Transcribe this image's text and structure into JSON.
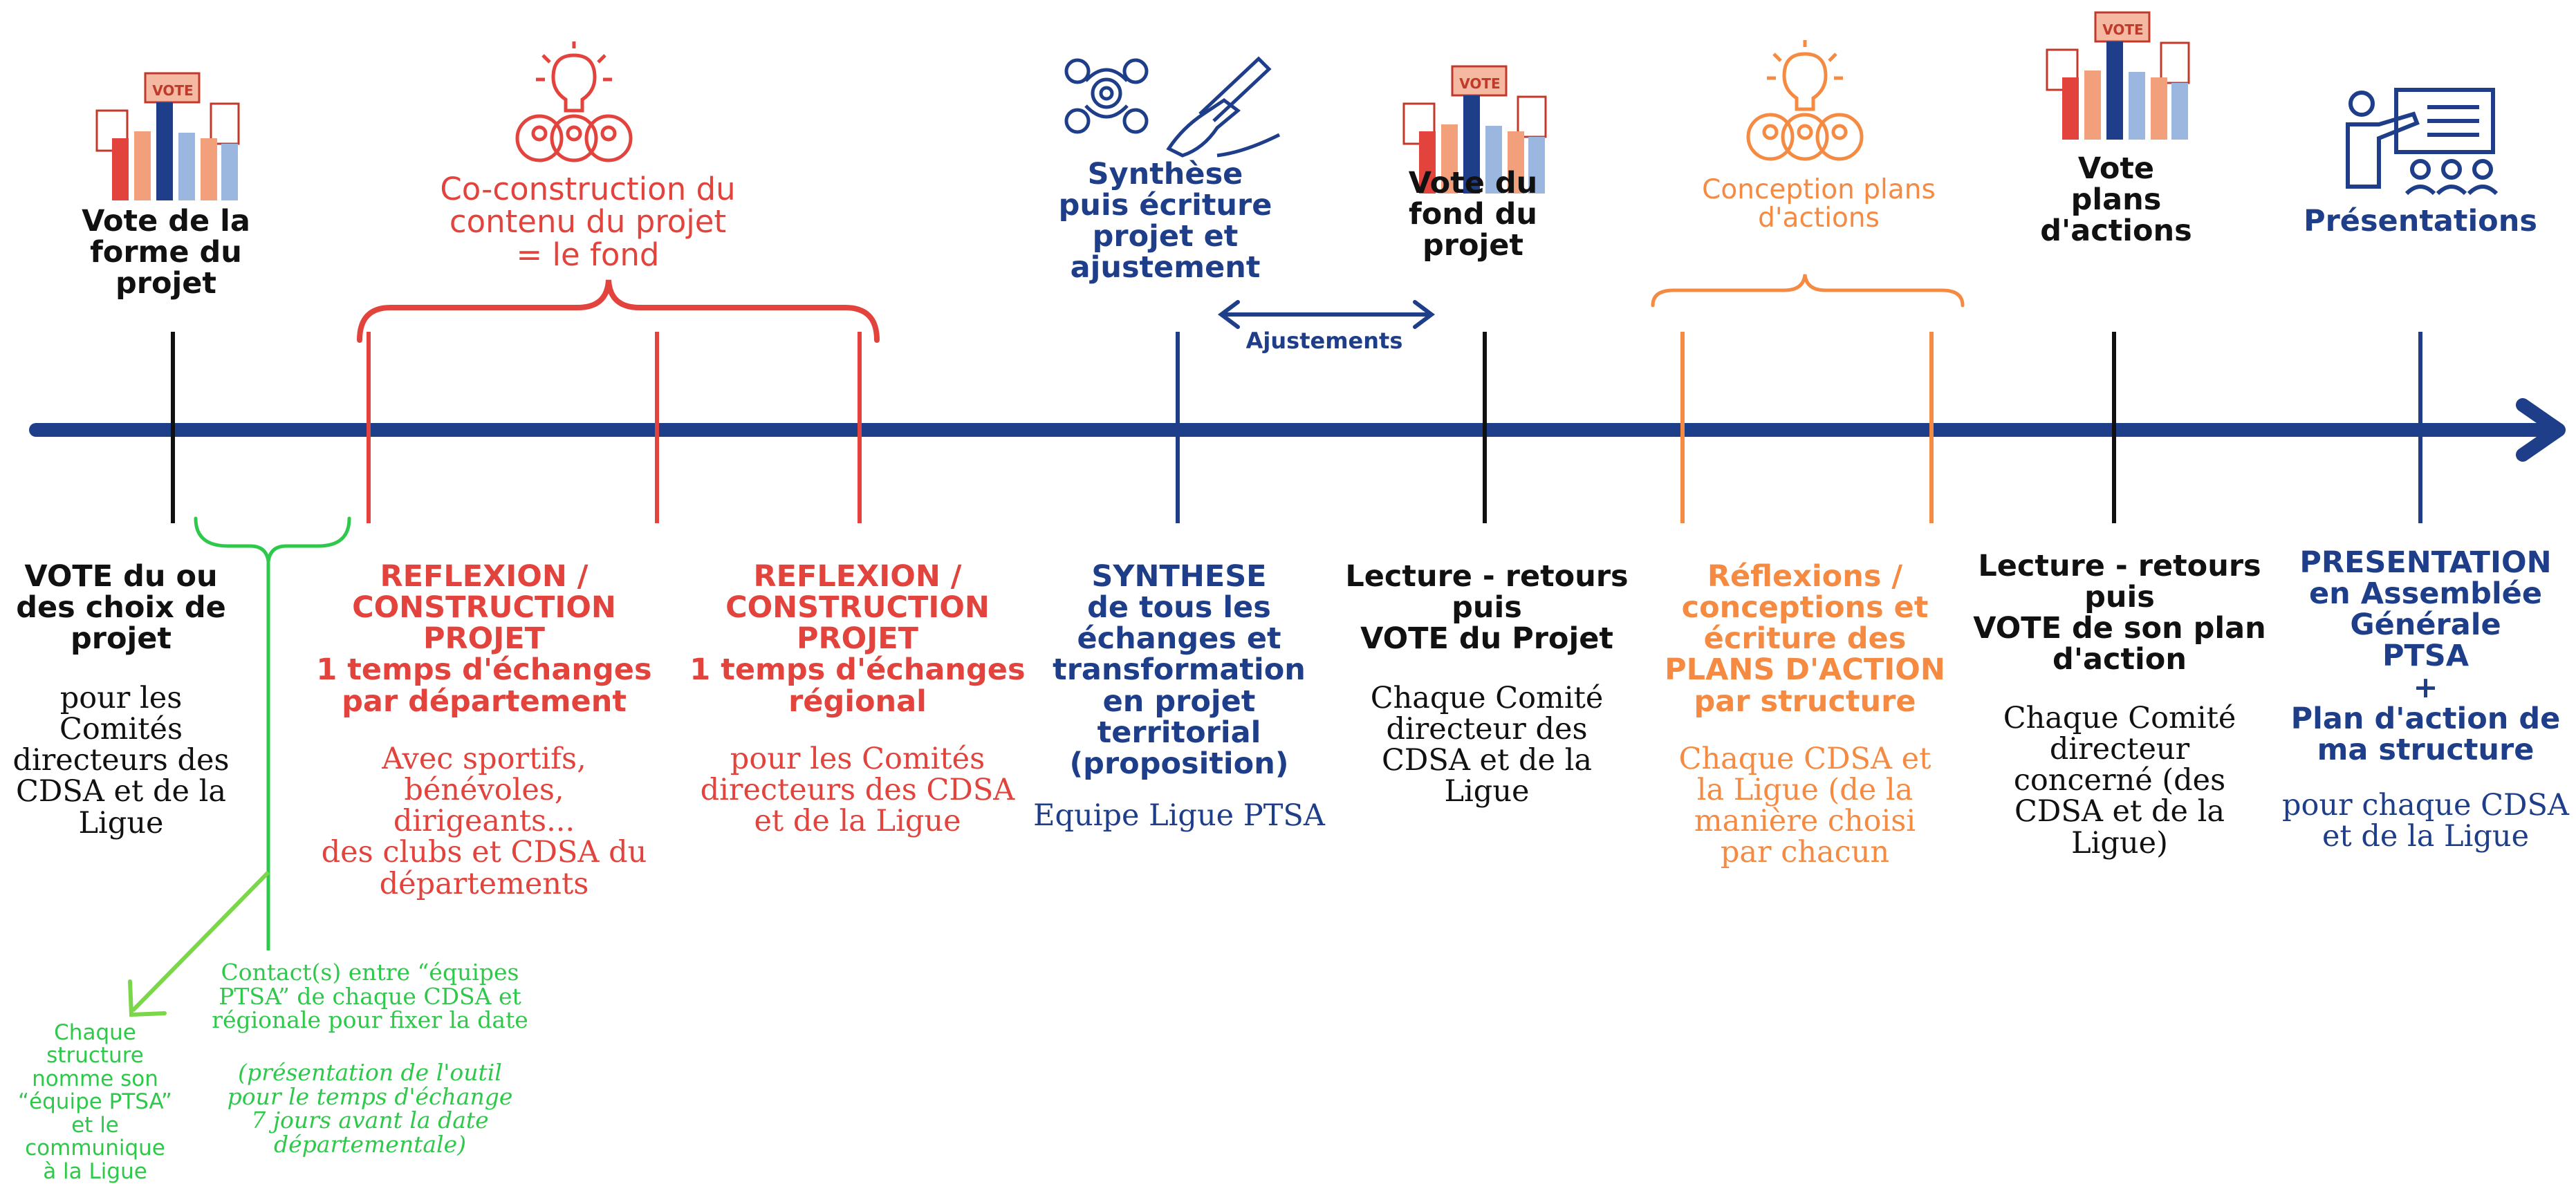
{
  "colors": {
    "axis": "#1f3e8a",
    "black": "#111111",
    "red": "#e2433c",
    "navy": "#1f3e8a",
    "orange": "#f58a42",
    "green": "#2ec94a"
  },
  "icons": {
    "vote": "vote-hands-icon",
    "idea": "lightbulb-people-icon",
    "synthesis": "gears-and-writing-hand-icon",
    "presentation": "presenter-board-icon"
  },
  "top": {
    "vote_forme": "Vote de la\nforme du\nprojet",
    "co_construction": "Co-construction du\ncontenu du projet\n= le fond",
    "synthese": "Synthèse\npuis écriture\nprojet et\najustement",
    "vote_fond": "Vote du\nfond du\nprojet",
    "conception": "Conception plans\nd'actions",
    "vote_plans": "Vote\nplans\nd'actions",
    "presentations": "Présentations",
    "ajustements": "Ajustements",
    "vote_badge": "VOTE"
  },
  "bottom": {
    "vote_choix": {
      "title": "VOTE du ou\ndes choix de\nprojet",
      "detail": "pour les\nComités\ndirecteurs des\nCDSA et de la\nLigue"
    },
    "reflexion_dept": {
      "title": "REFLEXION /\nCONSTRUCTION\nPROJET\n1 temps d'échanges\npar département",
      "detail": "Avec sportifs,\nbénévoles,\ndirigeants...\ndes clubs et CDSA du\ndépartements"
    },
    "reflexion_reg": {
      "title": "REFLEXION /\nCONSTRUCTION\nPROJET\n1 temps d'échanges\nrégional",
      "detail": "pour les Comités\ndirecteurs des CDSA\net de la Ligue"
    },
    "synthese": {
      "title": "SYNTHESE\nde tous les\néchanges et\ntransformation\nen projet\nterritorial\n(proposition)",
      "detail": "Equipe Ligue PTSA"
    },
    "lecture_projet": {
      "title": "Lecture - retours\npuis\nVOTE du Projet",
      "detail": "Chaque Comité\ndirecteur des\nCDSA et de la\nLigue"
    },
    "reflexions_plans": {
      "title": "Réflexions /\nconceptions et\nécriture des\nPLANS D'ACTION\npar structure",
      "detail": "Chaque CDSA et\nla Ligue (de la\nmanière choisi\npar chacun"
    },
    "lecture_plan": {
      "title": "Lecture - retours\npuis\nVOTE de son plan\nd'action",
      "detail": "Chaque Comité\ndirecteur\nconcerné (des\nCDSA et de la\nLigue)"
    },
    "presentation": {
      "title": "PRESENTATION\nen Assemblée\nGénérale\nPTSA\n+\nPlan d'action de\nma structure",
      "detail": "pour chaque CDSA\net de la Ligue"
    }
  },
  "notes": {
    "contact": "Contact(s) entre “équipes\nPTSA” de chaque CDSA et\nrégionale pour fixer la date",
    "contact_detail": "(présentation de l'outil\npour le temps d'échange\n7 jours avant la date\ndépartementale)",
    "equipe": "Chaque\nstructure\nnomme son\n“équipe PTSA”\net le\ncommunique\nà la Ligue"
  }
}
